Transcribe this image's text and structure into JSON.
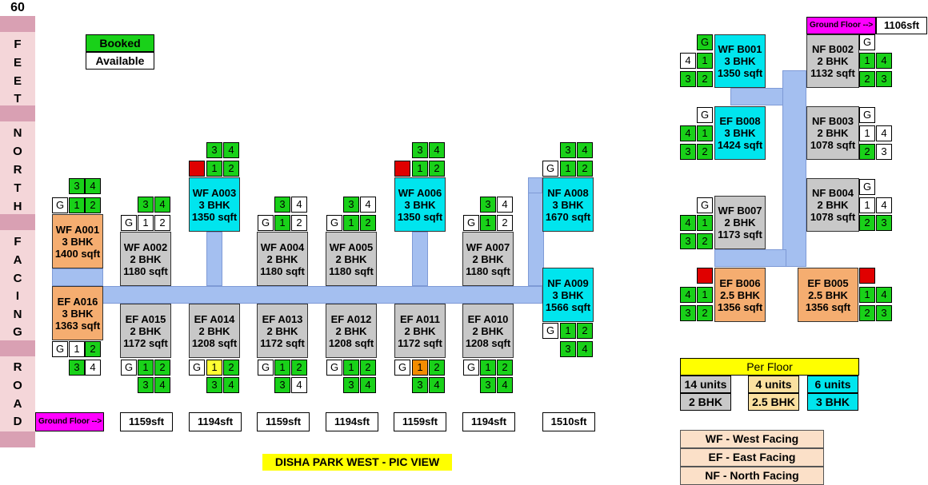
{
  "road": {
    "width_label": "60",
    "letters": [
      "F",
      "E",
      "E",
      "T",
      "N",
      "O",
      "R",
      "T",
      "H",
      "F",
      "A",
      "C",
      "I",
      "N",
      "G",
      "R",
      "O",
      "A",
      "D"
    ]
  },
  "legend": {
    "booked": "Booked",
    "available": "Available",
    "colors": {
      "booked": "#19d119",
      "available": "#ffffff"
    }
  },
  "ground_floor": "Ground Floor  -->",
  "title": "DISHA PARK WEST - PIC VIEW",
  "block_a": {
    "units": [
      {
        "id": "a001",
        "lines": [
          "WF A001",
          "3 BHK",
          "1400 sqft"
        ]
      },
      {
        "id": "a002",
        "lines": [
          "WF A002",
          "2 BHK",
          "1180 sqft"
        ]
      },
      {
        "id": "a003",
        "lines": [
          "WF A003",
          "3 BHK",
          "1350 sqft"
        ]
      },
      {
        "id": "a004",
        "lines": [
          "WF A004",
          "2 BHK",
          "1180  sqft"
        ]
      },
      {
        "id": "a005",
        "lines": [
          "WF A005",
          "2 BHK",
          "1180  sqft"
        ]
      },
      {
        "id": "a006",
        "lines": [
          "WF A006",
          "3 BHK",
          "1350 sqft"
        ]
      },
      {
        "id": "a007",
        "lines": [
          "WF A007",
          "2 BHK",
          "1180 sqft"
        ]
      },
      {
        "id": "a008",
        "lines": [
          "NF A008",
          "3 BHK",
          "1670 sqft"
        ]
      },
      {
        "id": "a009",
        "lines": [
          "NF A009",
          "3 BHK",
          "1566 sqft"
        ]
      },
      {
        "id": "a010",
        "lines": [
          "EF A010",
          "2 BHK",
          "1208 sqft"
        ]
      },
      {
        "id": "a011",
        "lines": [
          "EF A011",
          "2 BHK",
          "1172 sqft"
        ]
      },
      {
        "id": "a012",
        "lines": [
          "EF A012",
          "2 BHK",
          "1208 sqft"
        ]
      },
      {
        "id": "a013",
        "lines": [
          "EF A013",
          "2 BHK",
          "1172 sqft"
        ]
      },
      {
        "id": "a014",
        "lines": [
          "EF A014",
          "2 BHK",
          "1208 sqft"
        ]
      },
      {
        "id": "a015",
        "lines": [
          "EF A015",
          "2 BHK",
          "1172 sqft"
        ]
      },
      {
        "id": "a016",
        "lines": [
          "EF A016",
          "3 BHK",
          "1363 sqft"
        ]
      }
    ],
    "ground_sizes": [
      "1159sft",
      "1194sft",
      "1159sft",
      "1194sft",
      "1159sft",
      "1194sft",
      "1510sft"
    ]
  },
  "block_b": {
    "ground_size": "1106sft",
    "units": [
      {
        "id": "b001",
        "lines": [
          "WF B001",
          "3 BHK",
          "1350 sqft"
        ]
      },
      {
        "id": "b002",
        "lines": [
          "NF B002",
          "2 BHK",
          "1132 sqft"
        ]
      },
      {
        "id": "b003",
        "lines": [
          "NF B003",
          "2 BHK",
          "1078 sqft"
        ]
      },
      {
        "id": "b004",
        "lines": [
          "NF B004",
          "2 BHK",
          "1078 sqft"
        ]
      },
      {
        "id": "b005",
        "lines": [
          "EF B005",
          "2.5 BHK",
          "1356 sqft"
        ]
      },
      {
        "id": "b006",
        "lines": [
          "EF B006",
          "2.5 BHK",
          "1356 sqft"
        ]
      },
      {
        "id": "b007",
        "lines": [
          "WF B007",
          "2 BHK",
          "1173 sqft"
        ]
      },
      {
        "id": "b008",
        "lines": [
          "EF B008",
          "3 BHK",
          "1424 sqft"
        ]
      }
    ]
  },
  "per_floor": {
    "title": "Per Floor",
    "items": [
      {
        "count": "14 units",
        "type": "2 BHK",
        "color": "#c8c8c8"
      },
      {
        "count": "4 units",
        "type": "2.5 BHK",
        "color": "#fbe0a0"
      },
      {
        "count": "6 units",
        "type": "3 BHK",
        "color": "#00e5ee"
      }
    ]
  },
  "facing": [
    "WF - West Facing",
    "EF - East Facing",
    "NF - North Facing"
  ],
  "floor_labels": {
    "g": "G",
    "f1": "1",
    "f2": "2",
    "f3": "3",
    "f4": "4"
  }
}
